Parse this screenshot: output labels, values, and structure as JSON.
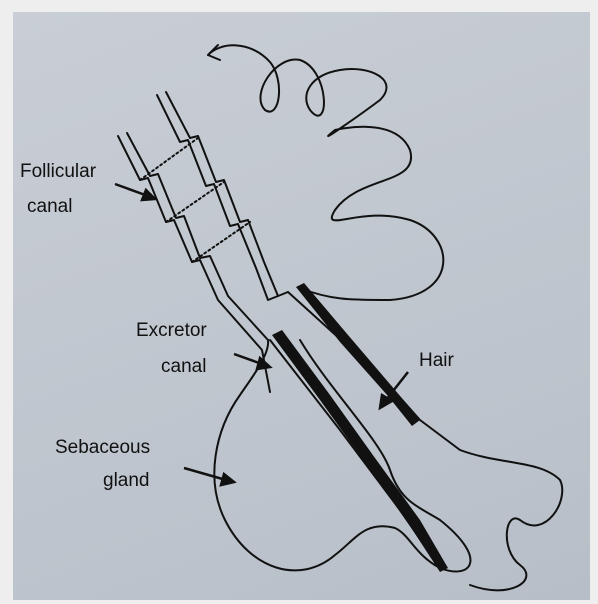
{
  "labels": {
    "follicular_canal_line1": "Follicular",
    "follicular_canal_line2": "canal",
    "excretor_canal_line1": "Excretor",
    "excretor_canal_line2": "canal",
    "hair": "Hair",
    "sebaceous_gland_line1": "Sebaceous",
    "sebaceous_gland_line2": "gland"
  },
  "colors": {
    "background_paper": "#c2c8d0",
    "ink": "#111111",
    "outer_frame": "#eeeeee"
  }
}
